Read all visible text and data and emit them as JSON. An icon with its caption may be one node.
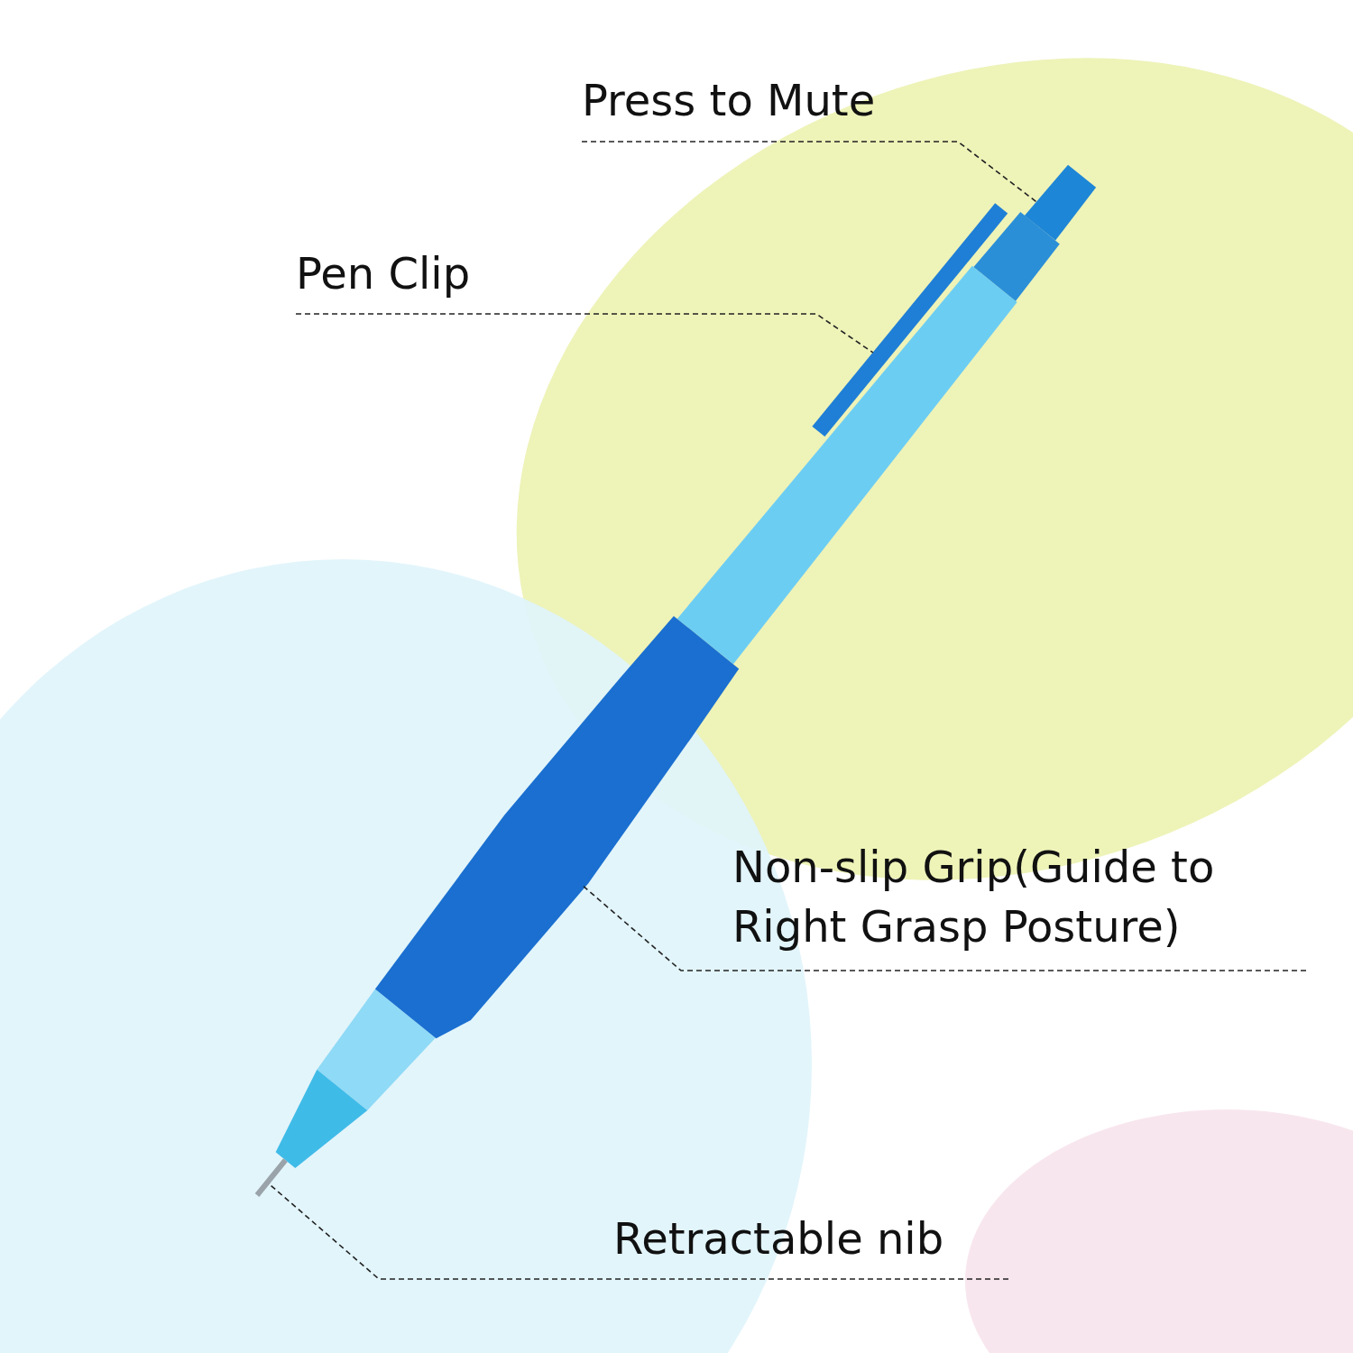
{
  "diagram": {
    "nodes": [
      {
        "text": [
          "Press to Mute"
        ]
      },
      {
        "text": [
          "Pen Clip"
        ]
      },
      {
        "text": [
          "Non-slip Grip(Guide to Right Grasp Posture)"
        ]
      },
      {
        "text": [
          "Retractable nib"
        ]
      },
      {
        "text": [],
        "shape": "picture"
      },
      {
        "text": [],
        "shape": "picture"
      },
      {
        "text": [],
        "shape": "picture"
      },
      {
        "text": [],
        "shape": "picture"
      }
    ],
    "edges": [
      {
        "from": 0,
        "to": 4,
        "arrow": "none",
        "style": "dashed"
      },
      {
        "from": 1,
        "to": 5,
        "arrow": "none",
        "style": "dashed"
      },
      {
        "from": 2,
        "to": 6,
        "arrow": "none",
        "style": "dashed"
      },
      {
        "from": 3,
        "to": 7,
        "arrow": "none",
        "style": "dashed"
      }
    ]
  }
}
